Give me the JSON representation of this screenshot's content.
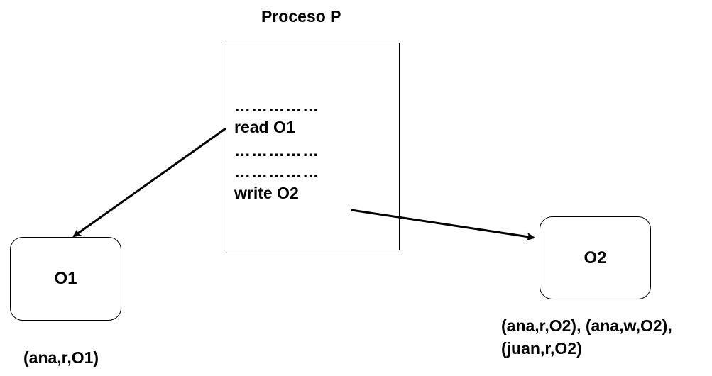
{
  "process": {
    "title": "Proceso P",
    "lines": [
      "……………",
      "read O1",
      "……………",
      "……………",
      "write O2"
    ]
  },
  "objects": {
    "o1": {
      "label": "O1",
      "acl_lines": [
        "(ana,r,O1)"
      ]
    },
    "o2": {
      "label": "O2",
      "acl_lines": [
        "(ana,r,O2), (ana,w,O2),",
        "(juan,r,O2)"
      ]
    }
  },
  "connections": [
    {
      "from": "read O1",
      "to": "O1"
    },
    {
      "from": "write O2",
      "to": "O2"
    }
  ],
  "colors": {
    "line": "#000000",
    "background": "#ffffff"
  }
}
